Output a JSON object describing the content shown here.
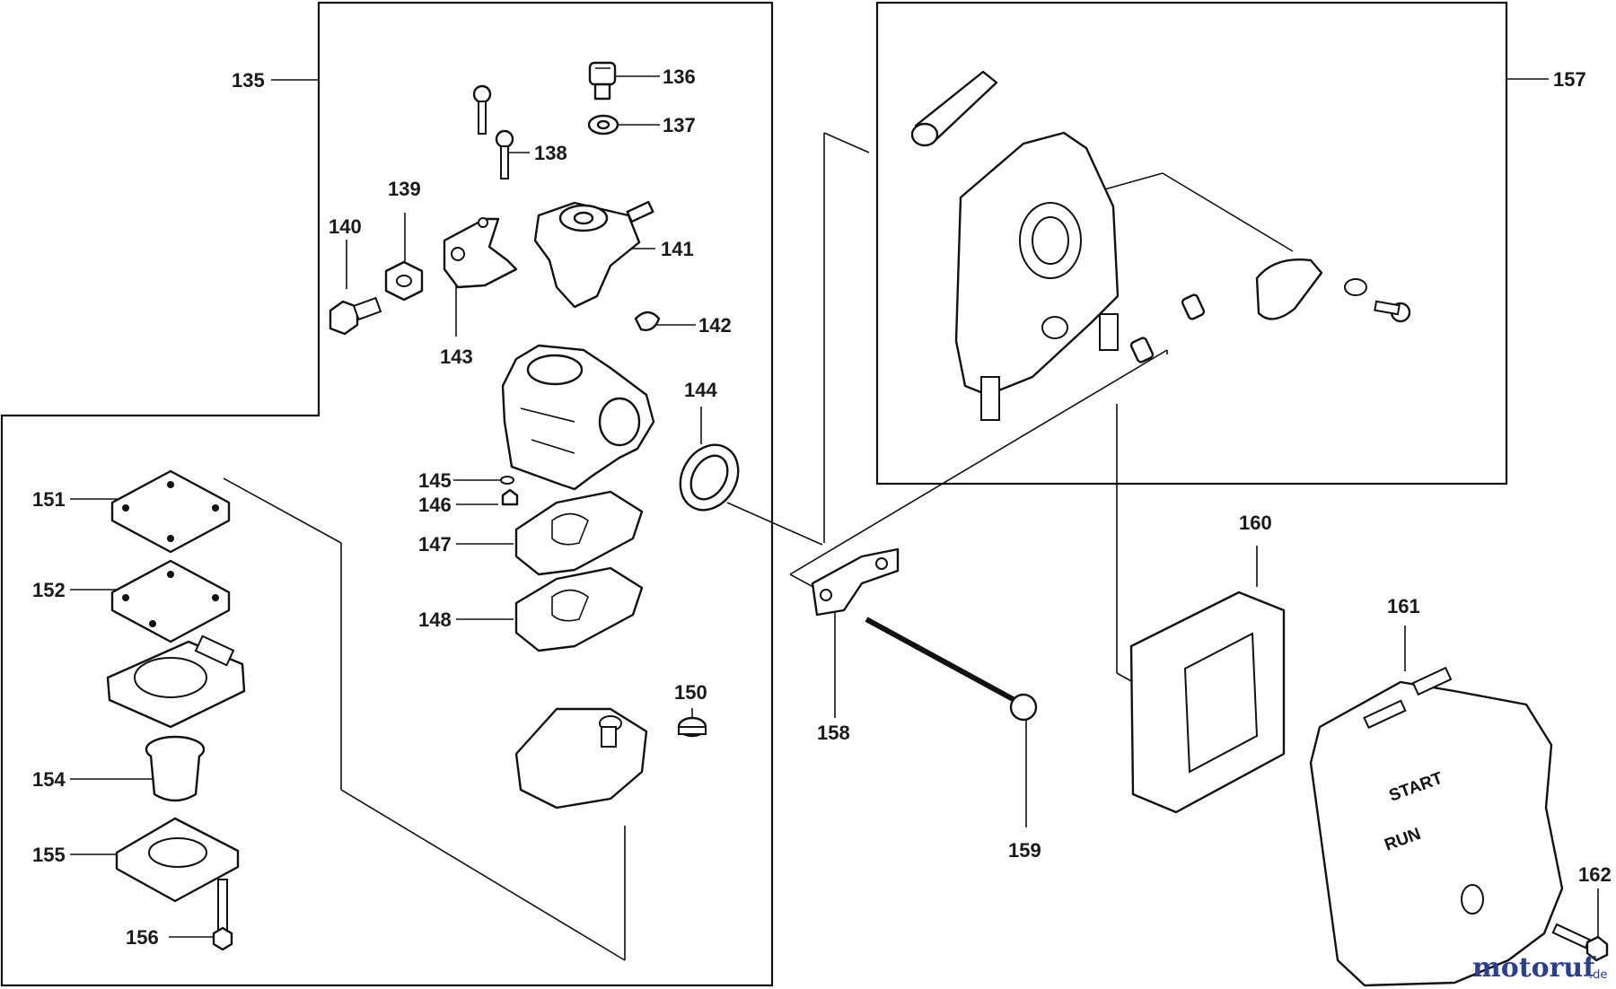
{
  "callouts": {
    "c135": "135",
    "c136": "136",
    "c137": "137",
    "c138": "138",
    "c139": "139",
    "c140": "140",
    "c141": "141",
    "c142": "142",
    "c143": "143",
    "c144": "144",
    "c145": "145",
    "c146": "146",
    "c147": "147",
    "c148": "148",
    "c150": "150",
    "c151": "151",
    "c152": "152",
    "c154": "154",
    "c155": "155",
    "c156": "156",
    "c157": "157",
    "c158": "158",
    "c159": "159",
    "c160": "160",
    "c161": "161",
    "c162": "162"
  },
  "cover_text": {
    "start": "START",
    "run": "RUN"
  },
  "watermark": {
    "main": "motoruf",
    "suffix": ".de"
  },
  "colors": {
    "line": "#111111",
    "background": "#ffffff",
    "logo_blue": "#2a3f8f",
    "logo_red": "#c0392b"
  }
}
